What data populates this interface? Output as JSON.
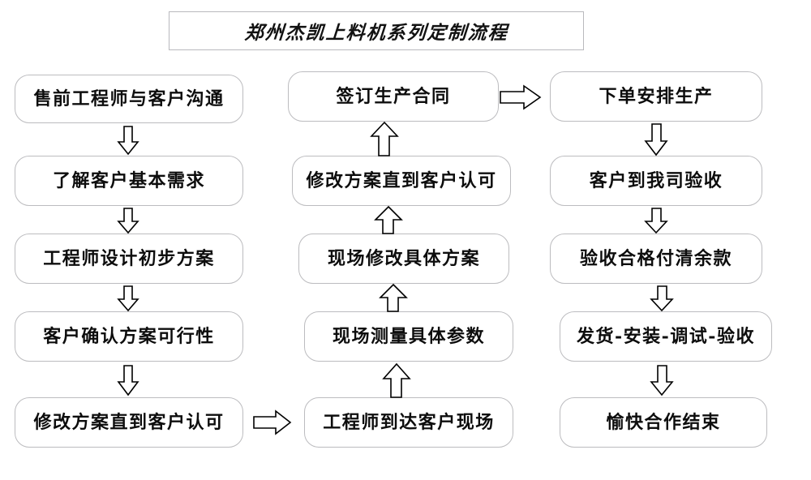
{
  "title": {
    "text": "郑州杰凯上料机系列定制流程"
  },
  "colors": {
    "box_border": "#bcbcbf",
    "title_border": "#b9b9bd",
    "text": "#0d0d0d",
    "arrow_stroke": "#000000",
    "background": "#ffffff"
  },
  "columns": [
    {
      "id": "column-1",
      "flow_direction": "down",
      "nodes": [
        {
          "id": "node-1-1",
          "label": "售前工程师与客户沟通"
        },
        {
          "id": "node-1-2",
          "label": "了解客户基本需求"
        },
        {
          "id": "node-1-3",
          "label": "工程师设计初步方案"
        },
        {
          "id": "node-1-4",
          "label": "客户确认方案可行性"
        },
        {
          "id": "node-1-5",
          "label": "修改方案直到客户认可"
        }
      ]
    },
    {
      "id": "column-2",
      "flow_direction": "up",
      "nodes": [
        {
          "id": "node-2-1",
          "label": "签订生产合同"
        },
        {
          "id": "node-2-2",
          "label": "修改方案直到客户认可"
        },
        {
          "id": "node-2-3",
          "label": "现场修改具体方案"
        },
        {
          "id": "node-2-4",
          "label": "现场测量具体参数"
        },
        {
          "id": "node-2-5",
          "label": "工程师到达客户现场"
        }
      ]
    },
    {
      "id": "column-3",
      "flow_direction": "down",
      "nodes": [
        {
          "id": "node-3-1",
          "label": "下单安排生产"
        },
        {
          "id": "node-3-2",
          "label": "客户到我司验收"
        },
        {
          "id": "node-3-3",
          "label": "验收合格付清余款"
        },
        {
          "id": "node-3-4",
          "label": "发货-安装-调试-验收"
        },
        {
          "id": "node-3-5",
          "label": "愉快合作结束"
        }
      ]
    }
  ],
  "connectors": [
    {
      "id": "arrow-c1-1to2",
      "direction": "down",
      "from": "node-1-1",
      "to": "node-1-2"
    },
    {
      "id": "arrow-c1-2to3",
      "direction": "down",
      "from": "node-1-2",
      "to": "node-1-3"
    },
    {
      "id": "arrow-c1-3to4",
      "direction": "down",
      "from": "node-1-3",
      "to": "node-1-4"
    },
    {
      "id": "arrow-c1-4to5",
      "direction": "down",
      "from": "node-1-4",
      "to": "node-1-5"
    },
    {
      "id": "arrow-c1-to-c2",
      "direction": "right",
      "from": "node-1-5",
      "to": "node-2-5"
    },
    {
      "id": "arrow-c2-5to4",
      "direction": "up",
      "from": "node-2-5",
      "to": "node-2-4"
    },
    {
      "id": "arrow-c2-4to3",
      "direction": "up",
      "from": "node-2-4",
      "to": "node-2-3"
    },
    {
      "id": "arrow-c2-3to2",
      "direction": "up",
      "from": "node-2-3",
      "to": "node-2-2"
    },
    {
      "id": "arrow-c2-2to1",
      "direction": "up",
      "from": "node-2-2",
      "to": "node-2-1"
    },
    {
      "id": "arrow-c2-to-c3",
      "direction": "right",
      "from": "node-2-1",
      "to": "node-3-1"
    },
    {
      "id": "arrow-c3-1to2",
      "direction": "down",
      "from": "node-3-1",
      "to": "node-3-2"
    },
    {
      "id": "arrow-c3-2to3",
      "direction": "down",
      "from": "node-3-2",
      "to": "node-3-3"
    },
    {
      "id": "arrow-c3-3to4",
      "direction": "down",
      "from": "node-3-3",
      "to": "node-3-4"
    },
    {
      "id": "arrow-c3-4to5",
      "direction": "down",
      "from": "node-3-4",
      "to": "node-3-5"
    }
  ]
}
